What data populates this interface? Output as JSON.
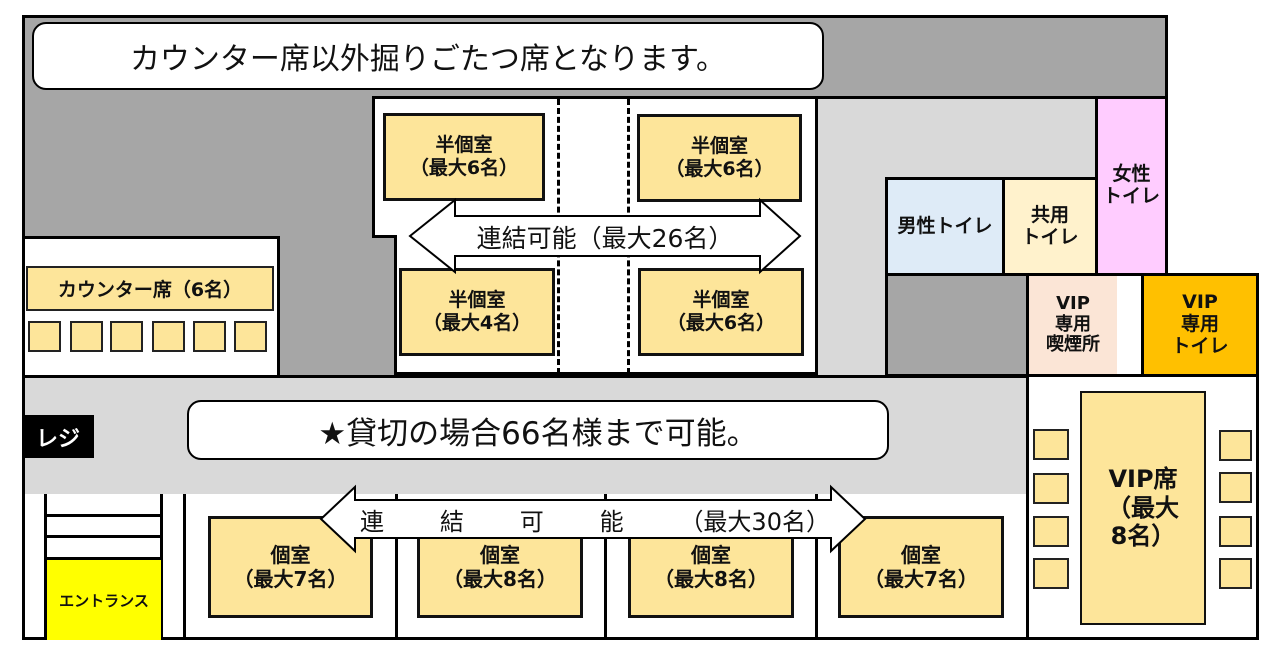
{
  "title": "カウンター席以外掘りごたつ席となります。",
  "notice": "★貸切の場合66名様まで可能。",
  "register": "レジ",
  "entrance": "エントランス",
  "counter": {
    "label": "カウンター席（6名）",
    "seats": 6
  },
  "semi_private_rooms": [
    {
      "name": "半個室",
      "capacity": "（最大6名）"
    },
    {
      "name": "半個室",
      "capacity": "（最大6名）"
    },
    {
      "name": "半個室",
      "capacity": "（最大4名）"
    },
    {
      "name": "半個室",
      "capacity": "（最大6名）"
    }
  ],
  "semi_private_link": "連結可能（最大26名）",
  "private_rooms": [
    {
      "name": "個室",
      "capacity": "（最大7名）"
    },
    {
      "name": "個室",
      "capacity": "（最大8名）"
    },
    {
      "name": "個室",
      "capacity": "（最大8名）"
    },
    {
      "name": "個室",
      "capacity": "（最大7名）"
    }
  ],
  "private_link": {
    "chars": [
      "連",
      "結",
      "可",
      "能",
      "（最大30名）"
    ]
  },
  "restrooms": {
    "men": "男性トイレ",
    "shared_line1": "共用",
    "shared_line2": "トイレ",
    "women_line1": "女性",
    "women_line2": "トイレ"
  },
  "vip": {
    "smoking_line1": "VIP",
    "smoking_line2": "専用",
    "smoking_line3": "喫煙所",
    "toilet_line1": "VIP",
    "toilet_line2": "専用",
    "toilet_line3": "トイレ",
    "table_line1": "VIP席",
    "table_line2": "（最大",
    "table_line3": "8名）",
    "seats_per_side": 4
  },
  "colors": {
    "seat": "#fde59a",
    "dark_floor": "#a6a6a6",
    "light_floor": "#d9d9d9",
    "men": "#deebf7",
    "shared": "#fff2cc",
    "women": "#ffccff",
    "smoking": "#fbe5d6",
    "vip_toilet": "#ffc000",
    "entrance": "#ffff00"
  }
}
